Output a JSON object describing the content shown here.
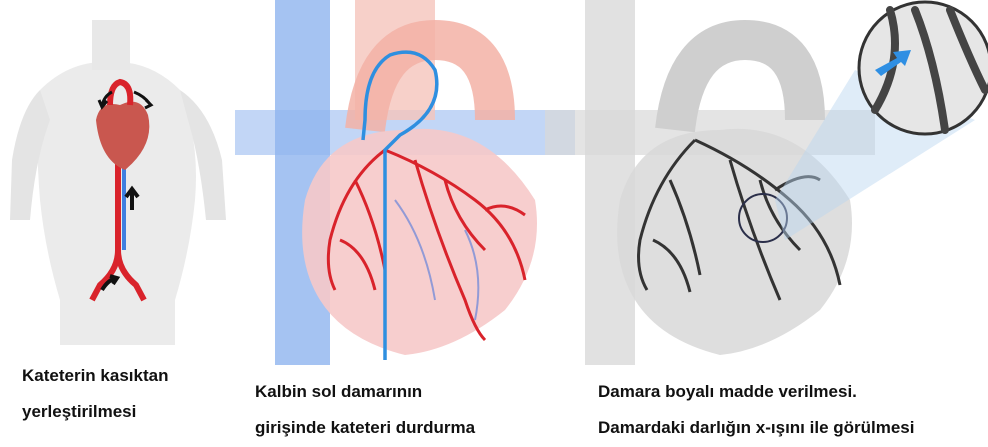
{
  "panels": [
    {
      "caption_lines": [
        "Kateterin kasıktan",
        "yerleştirilmesi"
      ]
    },
    {
      "caption_lines": [
        "Kalbin sol damarının",
        "girişinde kateteri durdurma"
      ]
    },
    {
      "caption_lines": [
        "Damara boyalı madde verilmesi.",
        "Damardaki darlığın x-ışını ile görülmesi"
      ]
    }
  ],
  "colors": {
    "skin": "#ececec",
    "artery_red": "#d9232b",
    "vein_blue": "#3f7fe0",
    "catheter_blue": "#2e8fe0",
    "heart_pink": "#f6c9c9",
    "xray_dark": "#333333",
    "zoom_bg": "#cde3f5",
    "pointer_arrow": "#2f8fe3"
  }
}
